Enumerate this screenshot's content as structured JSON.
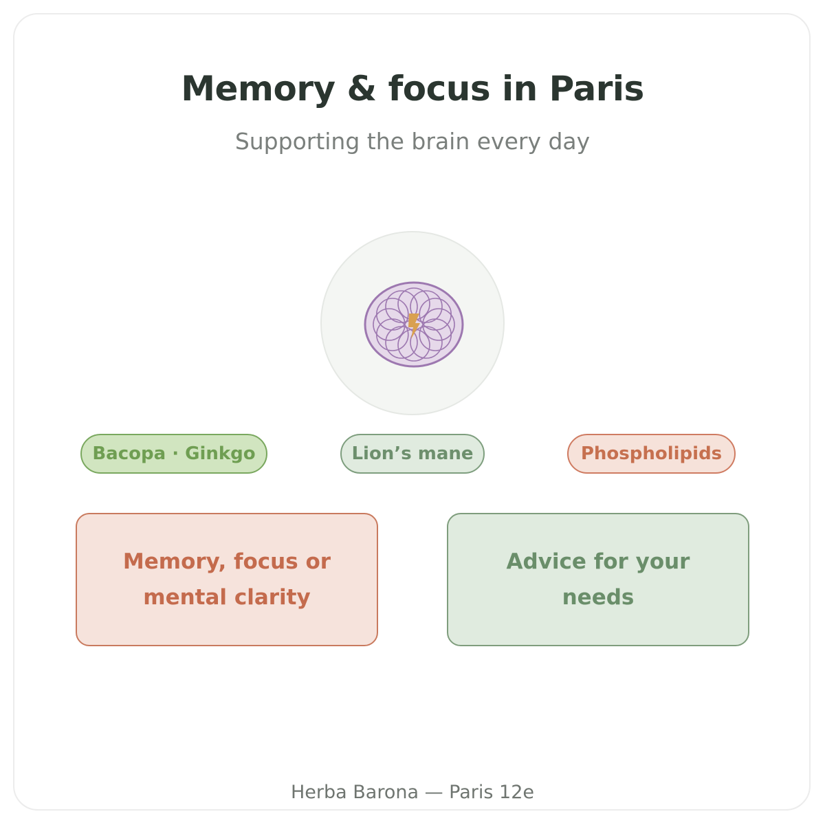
{
  "header": {
    "title": "Memory & focus in Paris",
    "subtitle": "Supporting the brain every day"
  },
  "emblem": {
    "icon": "brain-with-lightning-icon",
    "colors": {
      "brain_fill": "#e6d9ea",
      "brain_stroke": "#9d78b0",
      "bolt": "#d9a050"
    }
  },
  "tags": [
    {
      "label": "Bacopa · Ginkgo",
      "color": "#7aa85f"
    },
    {
      "label": "Lion’s mane",
      "color": "#7e9e7e"
    },
    {
      "label": "Phospholipids",
      "color": "#cf7b61"
    }
  ],
  "cards": [
    {
      "text": "Memory, focus or mental clarity",
      "color": "#c97a5e"
    },
    {
      "text": "Advice for your needs",
      "color": "#7f9d7d"
    }
  ],
  "footer": {
    "text": "Herba Barona — Paris 12e"
  }
}
